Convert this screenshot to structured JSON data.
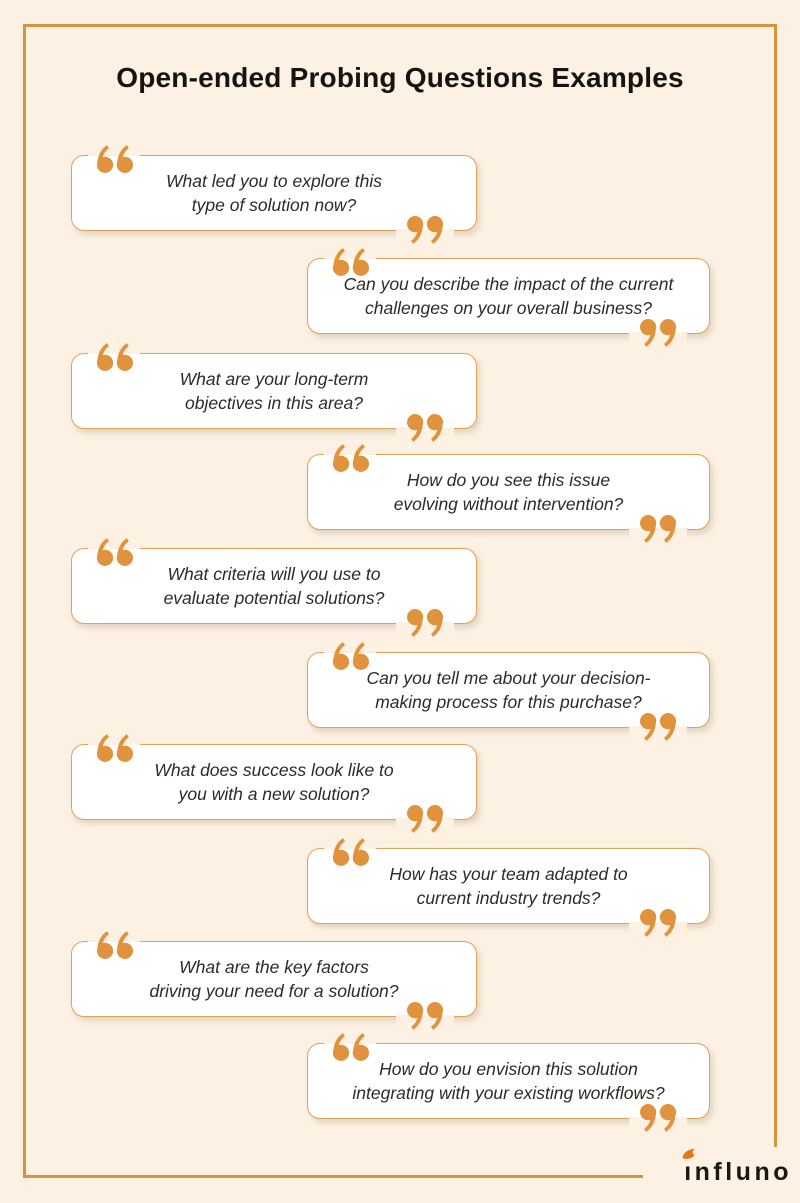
{
  "page": {
    "title": "Open-ended Probing Questions Examples"
  },
  "colors": {
    "background": "#FCF1E3",
    "frame_border": "#D7923E",
    "card_border": "#E0A356",
    "quote_mark": "#E0923D",
    "question_text": "#2E2A26",
    "title_text": "#161310",
    "logo_text": "#1B1713",
    "logo_flame": "#E97519"
  },
  "questions": [
    {
      "side": "left",
      "lines": [
        "What led you to explore this",
        "type of solution now?"
      ]
    },
    {
      "side": "right",
      "lines": [
        "Can you describe the impact of the current",
        "challenges on your overall business?"
      ]
    },
    {
      "side": "left",
      "lines": [
        "What are your long-term",
        "objectives in this area?"
      ]
    },
    {
      "side": "right",
      "lines": [
        "How do you see this issue",
        "evolving without intervention?"
      ]
    },
    {
      "side": "left",
      "lines": [
        "What criteria will you use to",
        "evaluate potential solutions?"
      ]
    },
    {
      "side": "right",
      "lines": [
        "Can you tell me about your decision-",
        "making process for this purchase?"
      ]
    },
    {
      "side": "left",
      "lines": [
        "What does success look like to",
        "you with a new solution?"
      ]
    },
    {
      "side": "right",
      "lines": [
        "How has your team adapted to",
        "current industry trends?"
      ]
    },
    {
      "side": "left",
      "lines": [
        "What are the key factors",
        "driving your need for a solution?"
      ]
    },
    {
      "side": "right",
      "lines": [
        "How do you envision this solution",
        "integrating with your existing workflows?"
      ]
    }
  ],
  "logo": {
    "text": "influno"
  }
}
